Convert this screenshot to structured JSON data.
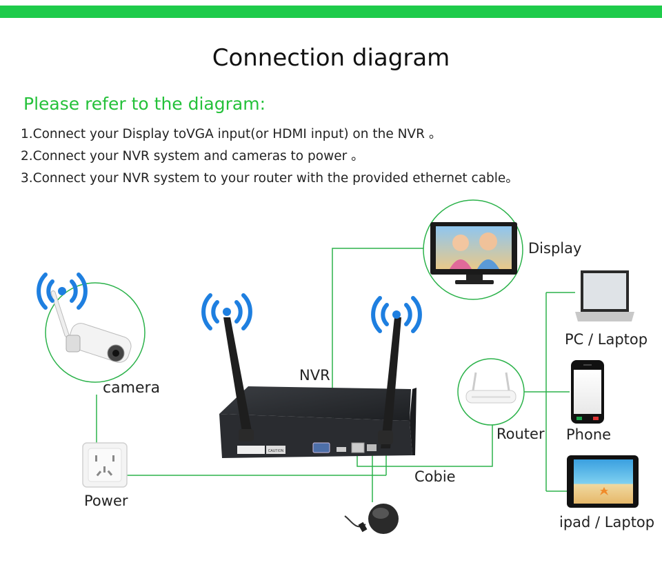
{
  "header": {
    "title": "Connection diagram",
    "subtitle": "Please refer to the diagram:"
  },
  "steps": [
    "1.Connect your Display toVGA input(or HDMI input) on the NVR 。",
    "2.Connect your NVR system and cameras to power 。",
    "3.Connect your NVR system to your router with the provided ethernet cable。"
  ],
  "nodes": {
    "camera": "camera",
    "power": "Power",
    "nvr": "NVR",
    "display": "Display",
    "router": "Router",
    "cable": "Cobie",
    "pc": "PC / Laptop",
    "phone": "Phone",
    "ipad": "ipad / Laptop"
  },
  "nvr_panel": {
    "caution": "CAUTION"
  },
  "colors": {
    "accent_green": "#1ecb4a",
    "line_green": "#2bb24a",
    "wifi_blue": "#1e7fe0"
  }
}
